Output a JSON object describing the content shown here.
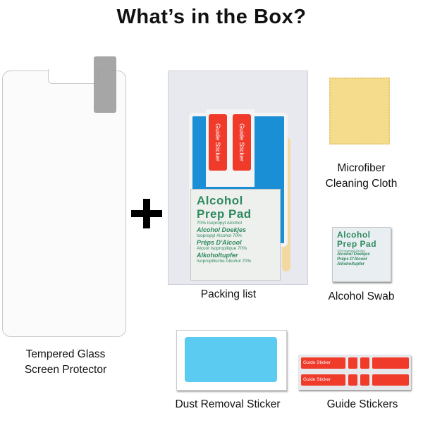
{
  "title": "What’s in the Box?",
  "items": {
    "glass": {
      "line1": "Tempered Glass",
      "line2": "Screen Protector"
    },
    "packing": {
      "label": "Packing list"
    },
    "cloth": {
      "line1": "Microfiber",
      "line2": "Cleaning Cloth"
    },
    "swab": {
      "label": "Alcohol Swab"
    },
    "dust": {
      "label": "Dust Removal Sticker"
    },
    "guide": {
      "label": "Guide Stickers",
      "sticker_text": "Guide Sticker"
    }
  },
  "prep_pad": {
    "title1": "Alcohol",
    "title2": "Prep Pad",
    "l1": "70% Isopropyl Alcohol",
    "l2": "Alcohol Doekjes",
    "l3": "Isopropyl Alcohol 70%",
    "l4": "Préps D'Alcool",
    "l5": "Alcool Isopropilique 70%",
    "l6": "Alkoholtupfer",
    "l7": "Isopropilische Alkohol 70%"
  },
  "plus_symbol": "+"
}
